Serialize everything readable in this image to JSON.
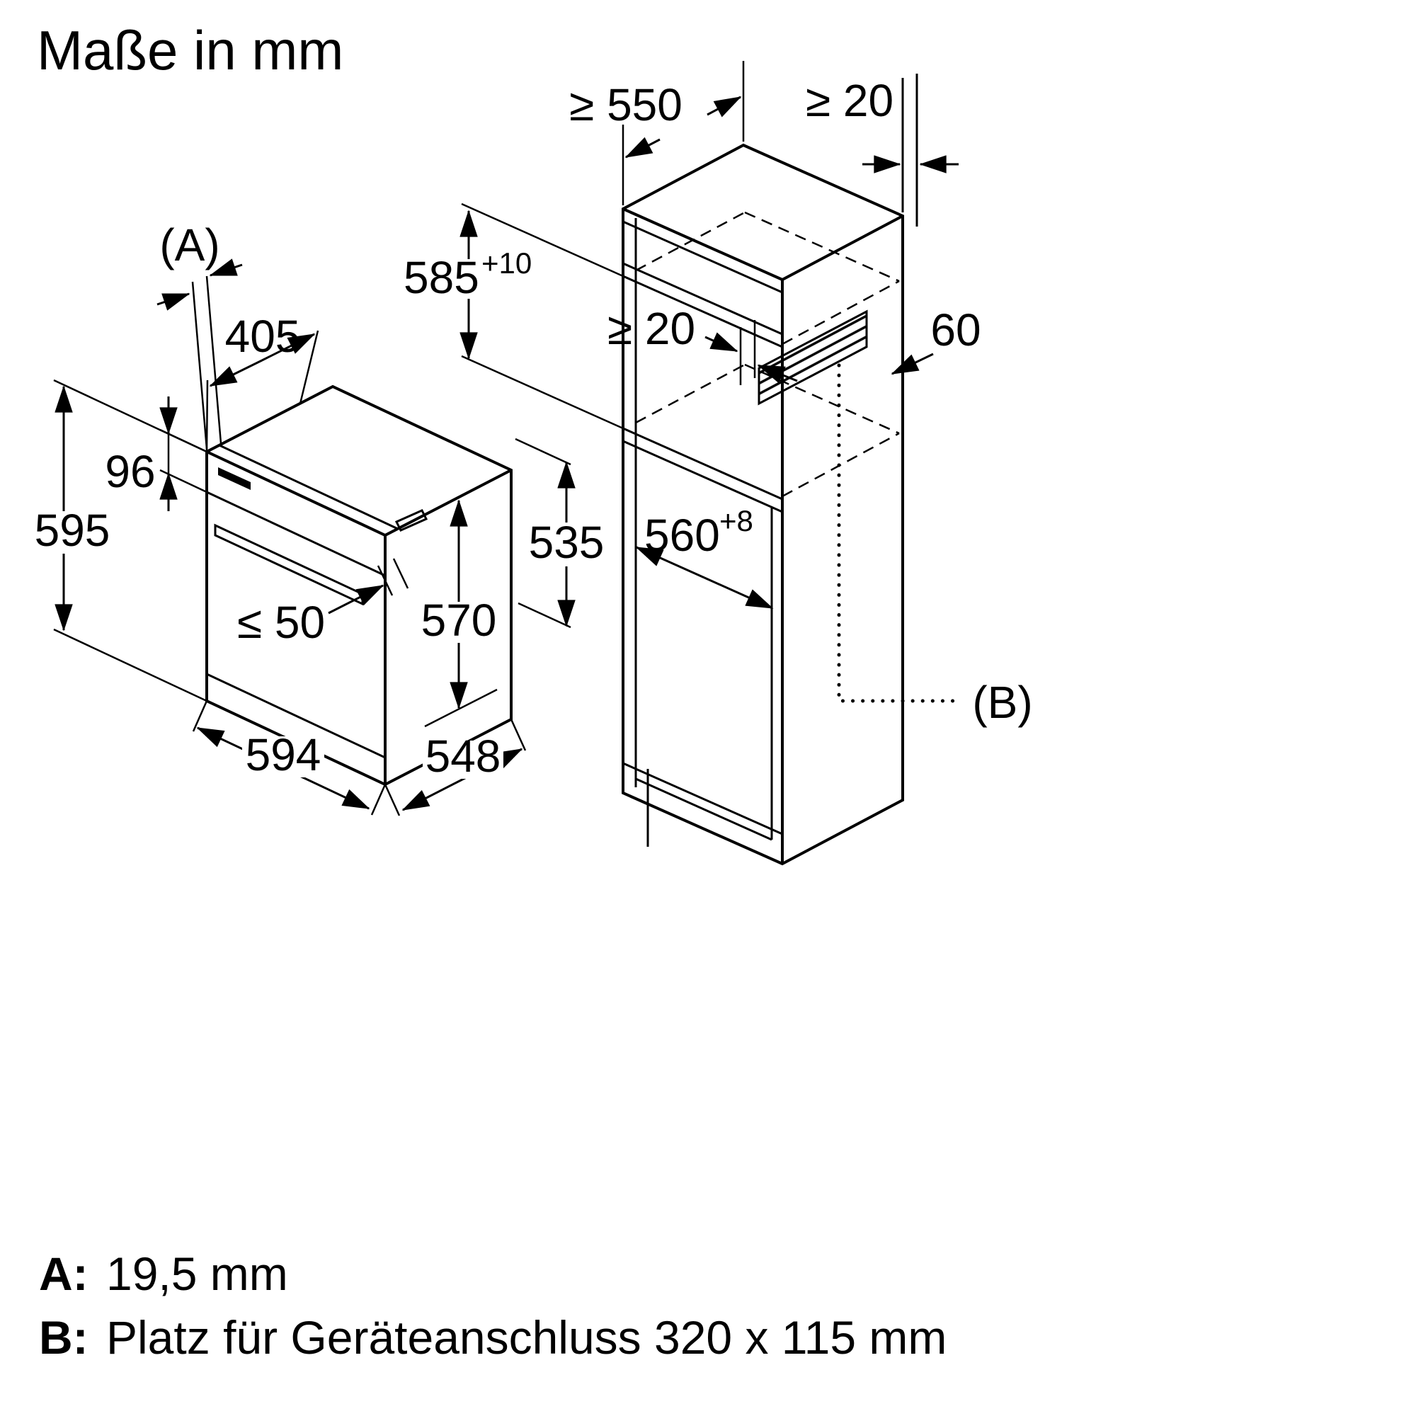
{
  "title": "Maße in mm",
  "oven": {
    "dim_a_ref": "(A)",
    "dim_top_depth": "405",
    "dim_panel_height": "96",
    "dim_total_height": "595",
    "dim_handle_depth": "≤ 50",
    "dim_door_height": "570",
    "dim_width": "594",
    "dim_depth": "548",
    "dim_body_height": "535"
  },
  "cabinet": {
    "dim_min_depth": "≥ 550",
    "dim_top_gap": "≥ 20",
    "dim_niche_height": "585",
    "dim_niche_height_tol": "+10",
    "dim_rear_gap": "≥ 20",
    "dim_wall_offset": "60",
    "dim_niche_width": "560",
    "dim_niche_width_tol": "+8",
    "dim_b_ref": "(B)"
  },
  "legend": {
    "a_label": "A:",
    "a_text": "19,5 mm",
    "b_label": "B:",
    "b_text": "Platz für Geräteanschluss 320 x 115 mm"
  }
}
